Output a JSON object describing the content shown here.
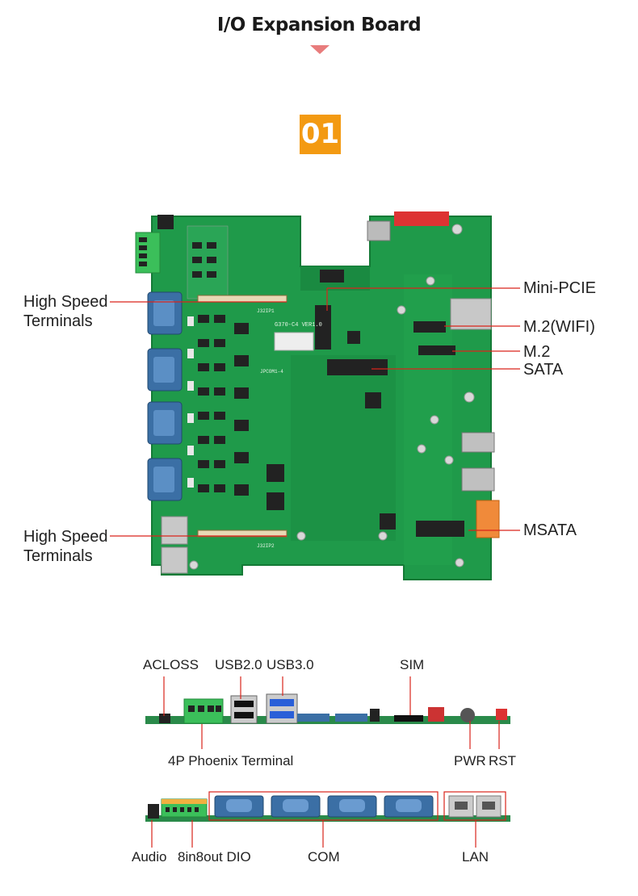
{
  "header": {
    "title": "I/O Expansion Board",
    "section_number": "01"
  },
  "top_view": {
    "left_labels": [
      {
        "line1": "High Speed",
        "line2": "Terminals"
      },
      {
        "line1": "High Speed",
        "line2": "Terminals"
      }
    ],
    "right_labels": [
      "Mini-PCIE",
      "M.2(WIFI)",
      "M.2",
      "SATA",
      "MSATA"
    ],
    "silkscreen": [
      "G370-C4 VER1.0",
      "J32IP1",
      "J32IP2",
      "JPCOM1-4"
    ]
  },
  "rear_io_top": {
    "labels": [
      "ACLOSS",
      "USB2.0",
      "USB3.0",
      "SIM",
      "4P Phoenix Terminal",
      "PWR",
      "RST"
    ]
  },
  "rear_io_bottom": {
    "labels": [
      "Audio",
      "8in8out DIO",
      "COM",
      "LAN"
    ]
  },
  "colors": {
    "accent": "#f39a12",
    "pointer": "#e87c7c",
    "callout_line": "#d9241c",
    "pcb": "#1f9a4a"
  }
}
